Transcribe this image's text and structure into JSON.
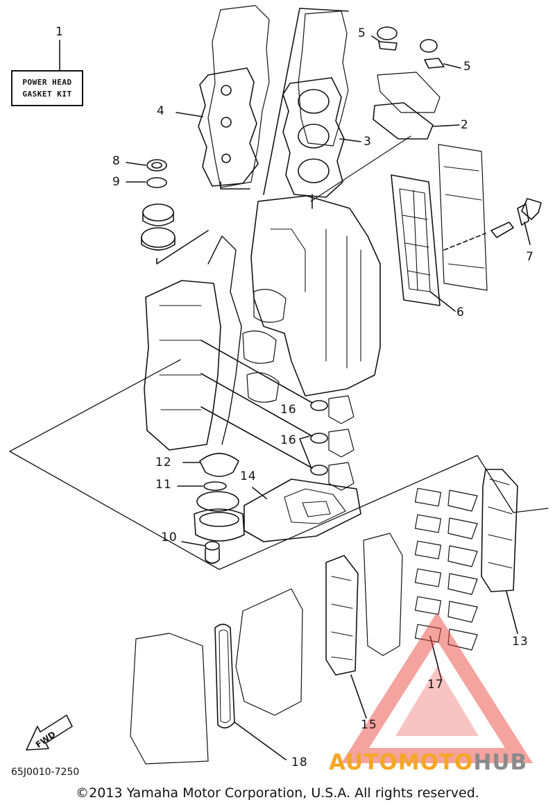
{
  "kit_label": {
    "line1": "POWER HEAD",
    "line2": "GASKET KIT"
  },
  "callouts": [
    {
      "id": "callout-1",
      "text": "1"
    },
    {
      "id": "callout-2",
      "text": "2"
    },
    {
      "id": "callout-3",
      "text": "3"
    },
    {
      "id": "callout-4",
      "text": "4"
    },
    {
      "id": "callout-5a",
      "text": "5"
    },
    {
      "id": "callout-5b",
      "text": "5"
    },
    {
      "id": "callout-6",
      "text": "6"
    },
    {
      "id": "callout-7",
      "text": "7"
    },
    {
      "id": "callout-8",
      "text": "8"
    },
    {
      "id": "callout-9",
      "text": "9"
    },
    {
      "id": "callout-10",
      "text": "10"
    },
    {
      "id": "callout-11",
      "text": "11"
    },
    {
      "id": "callout-12",
      "text": "12"
    },
    {
      "id": "callout-13",
      "text": "13"
    },
    {
      "id": "callout-14",
      "text": "14"
    },
    {
      "id": "callout-15",
      "text": "15"
    },
    {
      "id": "callout-16a",
      "text": "16"
    },
    {
      "id": "callout-16b",
      "text": "16"
    },
    {
      "id": "callout-17",
      "text": "17"
    },
    {
      "id": "callout-18",
      "text": "18"
    }
  ],
  "fwd_label": "FWD",
  "part_code": "65J0010-7250",
  "copyright": "©2013 Yamaha Motor Corporation, U.S.A. All rights reserved.",
  "watermark": {
    "part1": "AUTOMOTO",
    "part2": "HUB",
    "color1": "#f5a623",
    "color2": "#8a8a8a",
    "logo_color": "#e8453c"
  },
  "line_color": "#111111"
}
